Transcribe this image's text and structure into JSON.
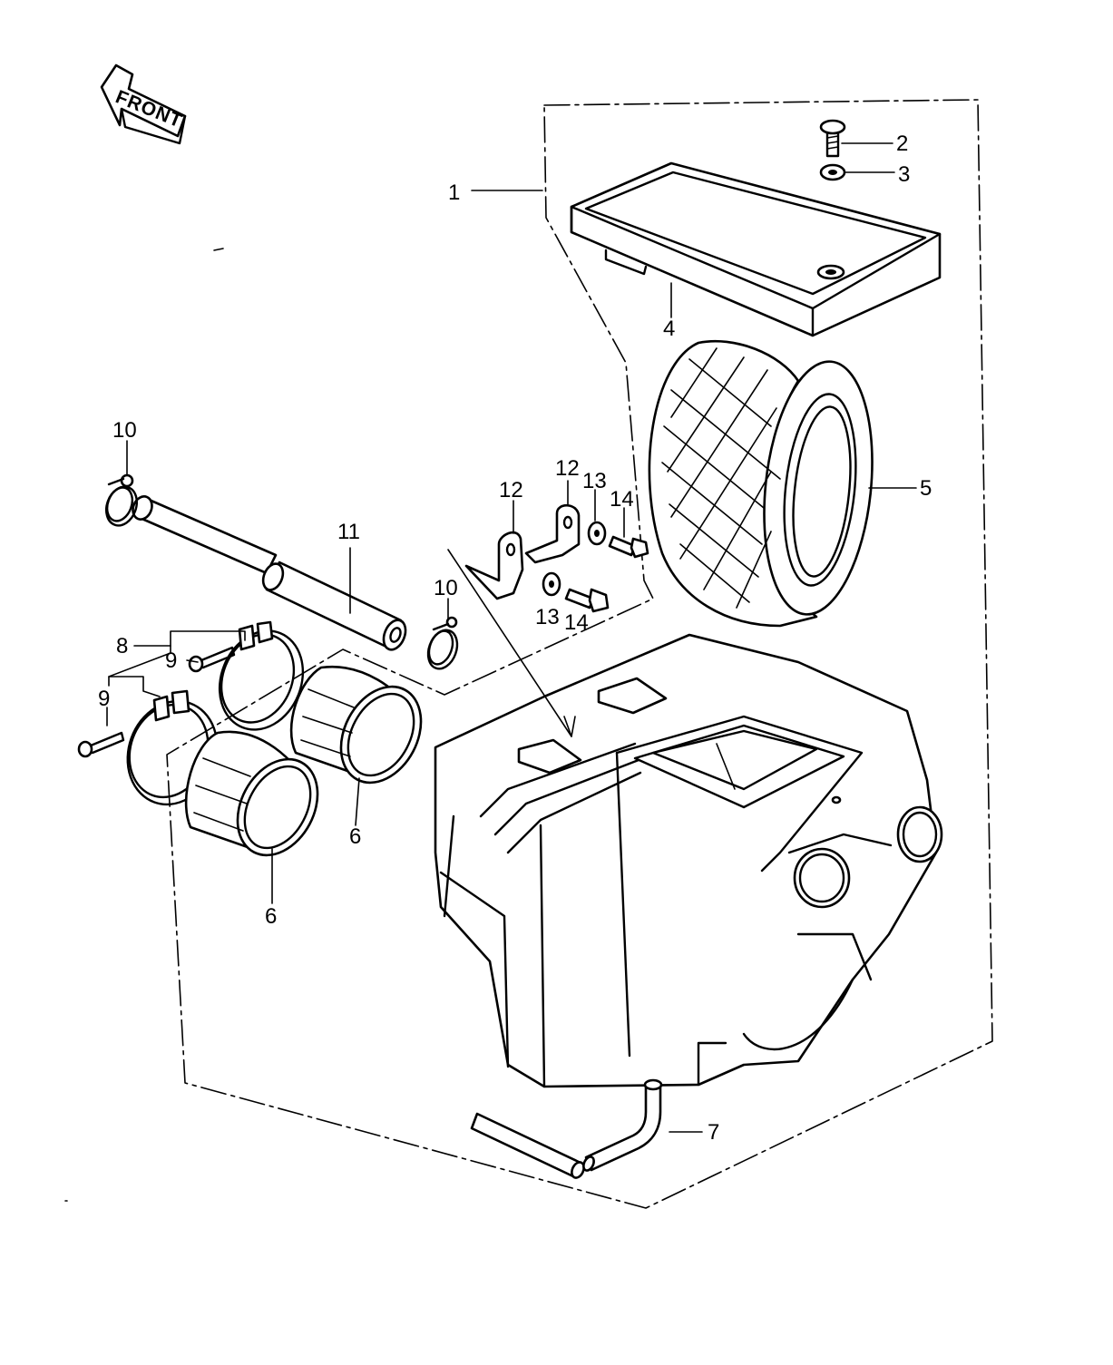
{
  "front_label": "FRONT",
  "callouts": {
    "c1": "1",
    "c2": "2",
    "c3": "3",
    "c4": "4",
    "c5": "5",
    "c6a": "6",
    "c6b": "6",
    "c7": "7",
    "c8": "8",
    "c9a": "9",
    "c9b": "9",
    "c10a": "10",
    "c10b": "10",
    "c11": "11",
    "c12a": "12",
    "c12b": "12",
    "c13a": "13",
    "c13b": "13",
    "c14a": "14",
    "c14b": "14"
  },
  "colors": {
    "ink": "#000000",
    "paper": "#ffffff"
  }
}
